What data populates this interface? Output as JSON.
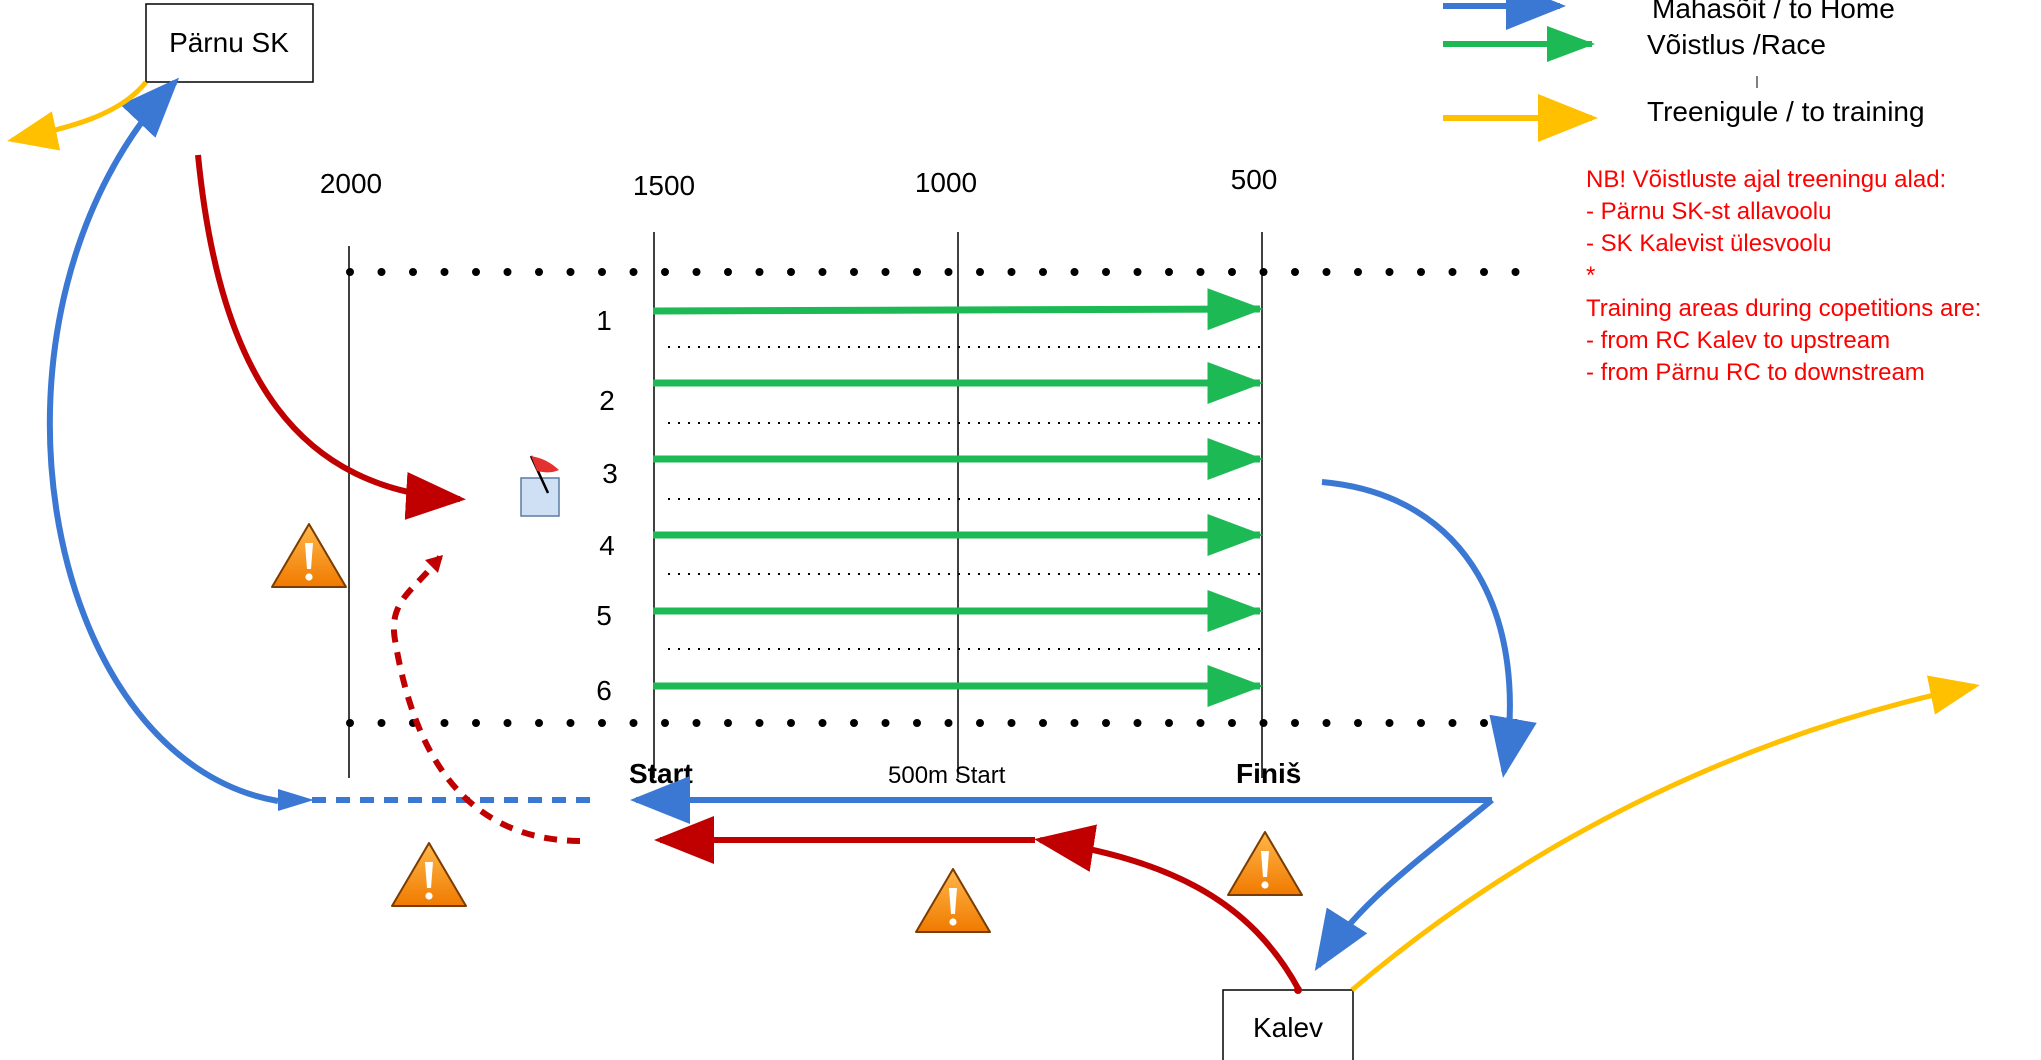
{
  "clubs": {
    "parnu": "Pärnu SK",
    "kalev": "Kalev"
  },
  "distance_markers": [
    "2000",
    "1500",
    "1000",
    "500"
  ],
  "lanes": [
    "1",
    "2",
    "3",
    "4",
    "5",
    "6"
  ],
  "course_labels": {
    "start": "Start",
    "start_500m": "500m Start",
    "finish": "Finiš"
  },
  "legend": {
    "home": "Mahasõit / to Home",
    "race": "Võistlus /Race",
    "training": "Treenigule / to training",
    "colors": {
      "home": "#3a78d4",
      "race": "#1db954",
      "training": "#ffc000",
      "warmup": "#c00000",
      "note": "#ff0000"
    }
  },
  "note": {
    "line1": "NB! Võistluste ajal treeningu alad:",
    "line2": "- Pärnu SK-st allavoolu",
    "line3": "- SK Kalevist ülesvoolu",
    "line4": "*",
    "line5": "Training areas during copetitions are:",
    "line6": "- from RC Kalev to upstream",
    "line7": "- from Pärnu RC to downstream"
  },
  "icons": {
    "warning": "warning-triangle-icon",
    "flag": "start-flag-icon"
  }
}
